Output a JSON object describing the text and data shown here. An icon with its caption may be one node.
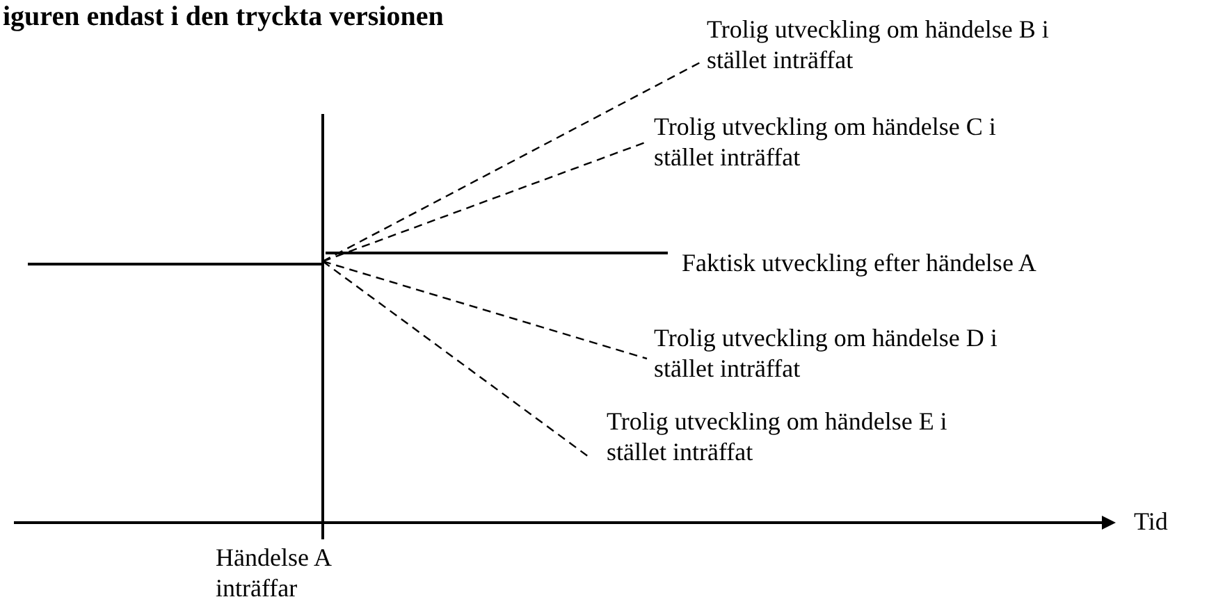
{
  "diagram": {
    "labels": [
      "iguren endast i den tryckta versionen",
      "Trolig utveckling om händelse B i stället inträffat",
      "Trolig utveckling om händelse C i stället inträffat",
      "Faktisk utveckling efter händelse A",
      "Trolig utveckling om händelse D i stället inträffat",
      "Trolig utveckling om händelse E i stället inträffat",
      "Tid",
      "Händelse A inträffar"
    ]
  }
}
